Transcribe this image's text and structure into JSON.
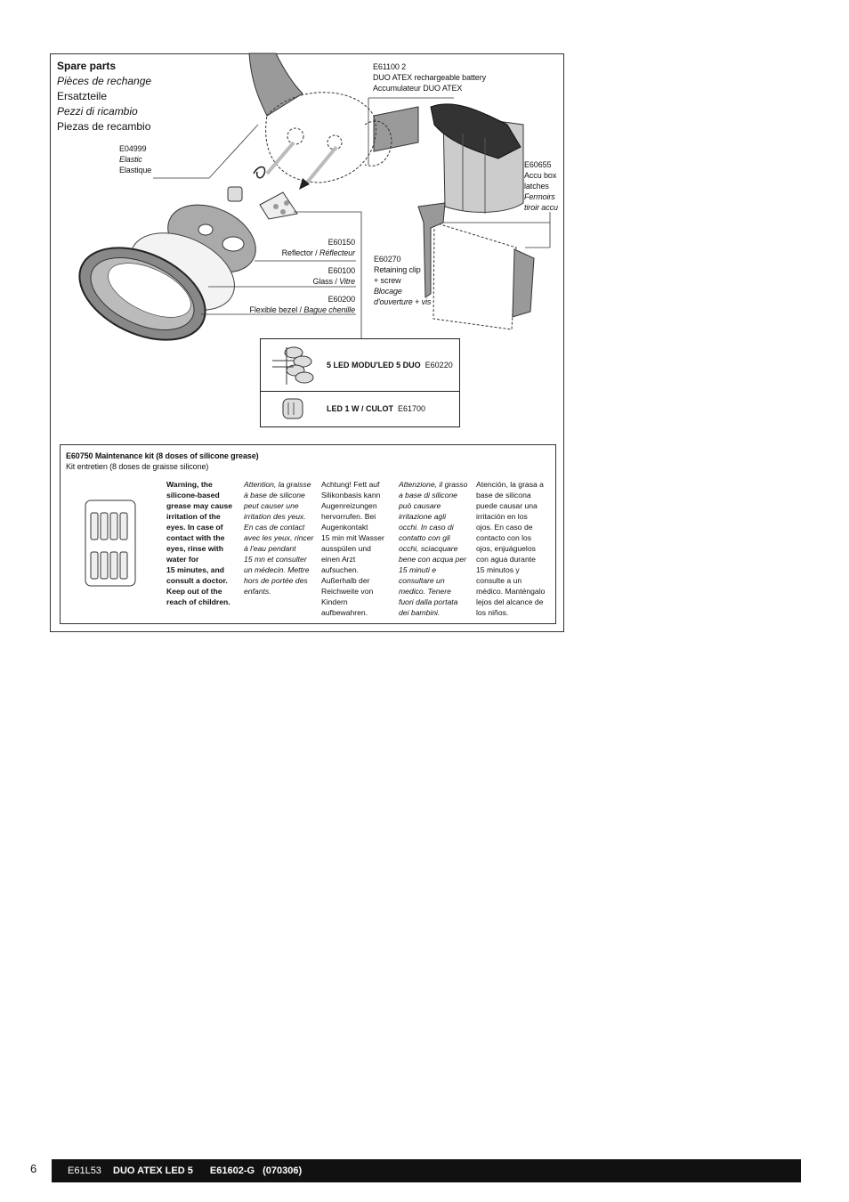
{
  "title": {
    "lines": [
      "Spare parts",
      "Pièces de rechange",
      "Ersatzteile",
      "Pezzi di ricambio",
      "Piezas de recambio"
    ]
  },
  "labels": {
    "battery": {
      "code": "E61100 2",
      "en": "DUO ATEX rechargeable battery",
      "fr": "Accumulateur DUO ATEX"
    },
    "elastic": {
      "code": "E04999",
      "it": "Elastic",
      "fr": "Elastique"
    },
    "latches": {
      "code": "E60655",
      "en1": "Accu box",
      "en2": "latches",
      "fr1": "Fermoirs",
      "fr2": "tiroir accu"
    },
    "reflector": {
      "code": "E60150",
      "en": "Reflector / ",
      "fr": "Réflecteur"
    },
    "glass": {
      "code": "E60100",
      "en": "Glass / ",
      "fr": "Vitre"
    },
    "bezel": {
      "code": "E60200",
      "en": "Flexible bezel / ",
      "fr": "Bague chenille"
    },
    "clip": {
      "code": "E60270",
      "en1": "Retaining clip",
      "en2": "+ screw",
      "fr1": "Blocage",
      "fr2": "d'ouverture + vis"
    }
  },
  "modules": [
    {
      "name": "5 LED   MODU'LED 5 DUO",
      "code": "E60220"
    },
    {
      "name": "LED 1 W / CULOT",
      "code": "E61700"
    }
  ],
  "kit": {
    "title": "E60750 Maintenance kit (8 doses of silicone grease)",
    "subtitle": "Kit entretien (8 doses de graisse silicone)",
    "warnings": {
      "en": "Warning, the\nsilicone-based\ngrease may cause\nirritation of the\neyes. In case of\ncontact with the\neyes, rinse with\nwater for\n15 minutes, and\nconsult a doctor.\nKeep out of the\nreach of children.",
      "fr": "Attention, la graisse\nà base de silicone\npeut causer une\nirritation des yeux.\nEn cas de contact\navec les yeux, rincer\nà l'eau pendant\n15 mn et consulter\nun médecin. Mettre\nhors de portée des\nenfants.",
      "de": "Achtung! Fett auf\nSilikonbasis kann\nAugenreizungen\nhervorrufen. Bei\nAugenkontakt\n15 min mit Wasser\nausspülen und\neinen Arzt\naufsuchen.\nAußerhalb der\nReichweite von\nKindern\naufbewahren.",
      "it": "Attenzione, il grasso\na base di silicone\npuò causare\nirritazione agli\nocchi. In caso di\ncontatto con gli\nocchi, sciacquare\nbene con acqua per\n15 minuti e\nconsultare un\nmedico. Tenere\nfuori dalla portata\ndei bambini.",
      "es": "Atención, la grasa a\nbase de silicona\npuede causar una\nirritación en los\nojos. En caso de\ncontacto con los\nojos, enjuáguelos\ncon agua durante\n15 minutos y\nconsulte a un\nmédico. Manténgalo\nlejos del alcance de\nlos niños."
    }
  },
  "footer": {
    "page": "6",
    "ref": "E61L53",
    "product": "DUO ATEX LED 5",
    "doc": "E61602-G",
    "date": "(070306)"
  }
}
